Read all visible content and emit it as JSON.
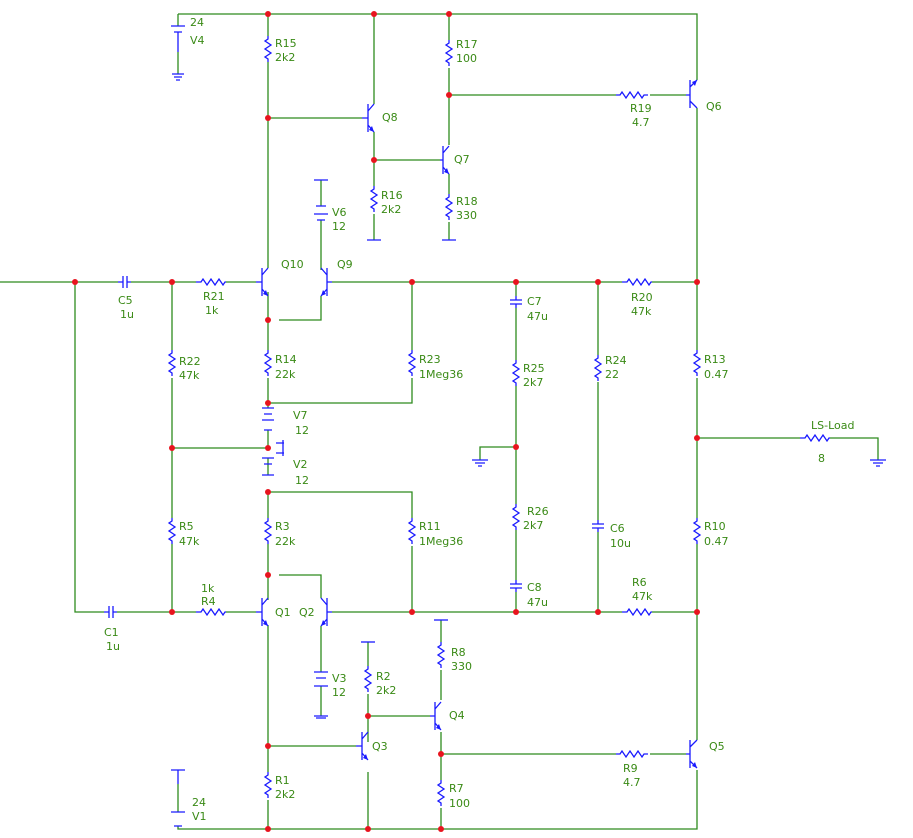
{
  "components": {
    "R15": {
      "ref": "R15",
      "value": "2k2"
    },
    "R17": {
      "ref": "R17",
      "value": "100"
    },
    "R16": {
      "ref": "R16",
      "value": "2k2"
    },
    "R18": {
      "ref": "R18",
      "value": "330"
    },
    "R19": {
      "ref": "R19",
      "value": "4.7"
    },
    "R21": {
      "ref": "R21",
      "value": "1k"
    },
    "R20": {
      "ref": "R20",
      "value": "47k"
    },
    "R22": {
      "ref": "R22",
      "value": "47k"
    },
    "R14": {
      "ref": "R14",
      "value": "22k"
    },
    "R23": {
      "ref": "R23",
      "value": "1Meg36"
    },
    "R25": {
      "ref": "R25",
      "value": "2k7"
    },
    "R24": {
      "ref": "R24",
      "value": "22"
    },
    "R13": {
      "ref": "R13",
      "value": "0.47"
    },
    "R5": {
      "ref": "R5",
      "value": "47k"
    },
    "R3": {
      "ref": "R3",
      "value": "22k"
    },
    "R11": {
      "ref": "R11",
      "value": "1Meg36"
    },
    "R26": {
      "ref": "R26",
      "value": "2k7"
    },
    "R10": {
      "ref": "R10",
      "value": "0.47"
    },
    "R4": {
      "ref": "R4",
      "value": "1k"
    },
    "R6": {
      "ref": "R6",
      "value": "47k"
    },
    "R8": {
      "ref": "R8",
      "value": "330"
    },
    "R2": {
      "ref": "R2",
      "value": "2k2"
    },
    "R9": {
      "ref": "R9",
      "value": "4.7"
    },
    "R1": {
      "ref": "R1",
      "value": "2k2"
    },
    "R7": {
      "ref": "R7",
      "value": "100"
    },
    "C5": {
      "ref": "C5",
      "value": "1u"
    },
    "C1": {
      "ref": "C1",
      "value": "1u"
    },
    "C7": {
      "ref": "C7",
      "value": "47u"
    },
    "C6": {
      "ref": "C6",
      "value": "10u"
    },
    "C8": {
      "ref": "C8",
      "value": "47u"
    },
    "V4": {
      "ref": "V4",
      "value": "24"
    },
    "V6": {
      "ref": "V6",
      "value": "12"
    },
    "V7": {
      "ref": "V7",
      "value": "12"
    },
    "V2": {
      "ref": "V2",
      "value": "12"
    },
    "V3": {
      "ref": "V3",
      "value": "12"
    },
    "V1": {
      "ref": "V1",
      "value": "24"
    },
    "Q1": {
      "ref": "Q1"
    },
    "Q2": {
      "ref": "Q2"
    },
    "Q3": {
      "ref": "Q3"
    },
    "Q4": {
      "ref": "Q4"
    },
    "Q5": {
      "ref": "Q5"
    },
    "Q6": {
      "ref": "Q6"
    },
    "Q7": {
      "ref": "Q7"
    },
    "Q8": {
      "ref": "Q8"
    },
    "Q9": {
      "ref": "Q9"
    },
    "Q10": {
      "ref": "Q10"
    },
    "LOAD": {
      "ref": "LS-Load",
      "value": "8"
    }
  },
  "colors": {
    "wire": "#2e8b1e",
    "component": "#1a1aff",
    "junction": "#e8141e",
    "label": "#3a8a16"
  }
}
